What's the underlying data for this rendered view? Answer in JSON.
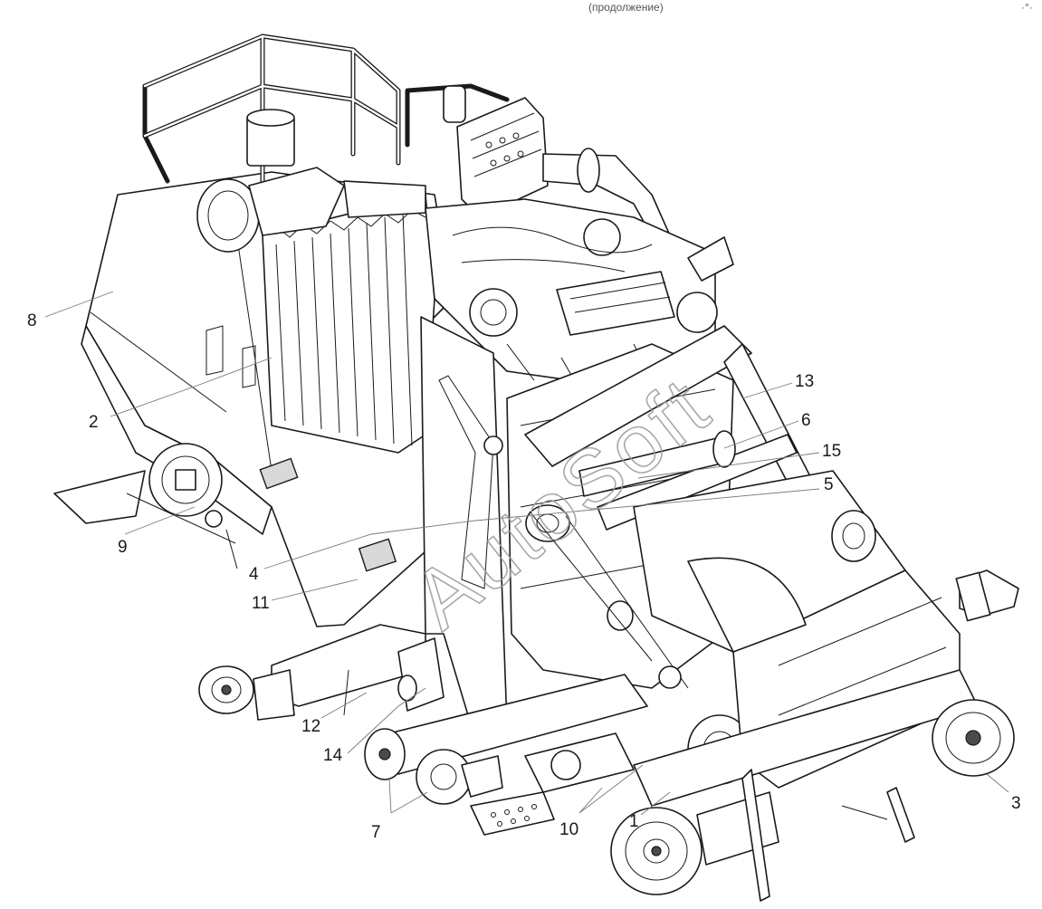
{
  "header": {
    "fragment": "(продолжение)",
    "corner_mark": "·°·"
  },
  "watermark": {
    "text": "AutoSoft"
  },
  "callouts": [
    {
      "id": "c1",
      "label": "1"
    },
    {
      "id": "c2",
      "label": "2"
    },
    {
      "id": "c3",
      "label": "3"
    },
    {
      "id": "c4",
      "label": "4"
    },
    {
      "id": "c5",
      "label": "5"
    },
    {
      "id": "c6",
      "label": "6"
    },
    {
      "id": "c7",
      "label": "7"
    },
    {
      "id": "c8",
      "label": "8"
    },
    {
      "id": "c9",
      "label": "9"
    },
    {
      "id": "c10",
      "label": "10"
    },
    {
      "id": "c11",
      "label": "11"
    },
    {
      "id": "c12",
      "label": "12"
    },
    {
      "id": "c13",
      "label": "13"
    },
    {
      "id": "c14",
      "label": "14"
    },
    {
      "id": "c15",
      "label": "15"
    }
  ]
}
